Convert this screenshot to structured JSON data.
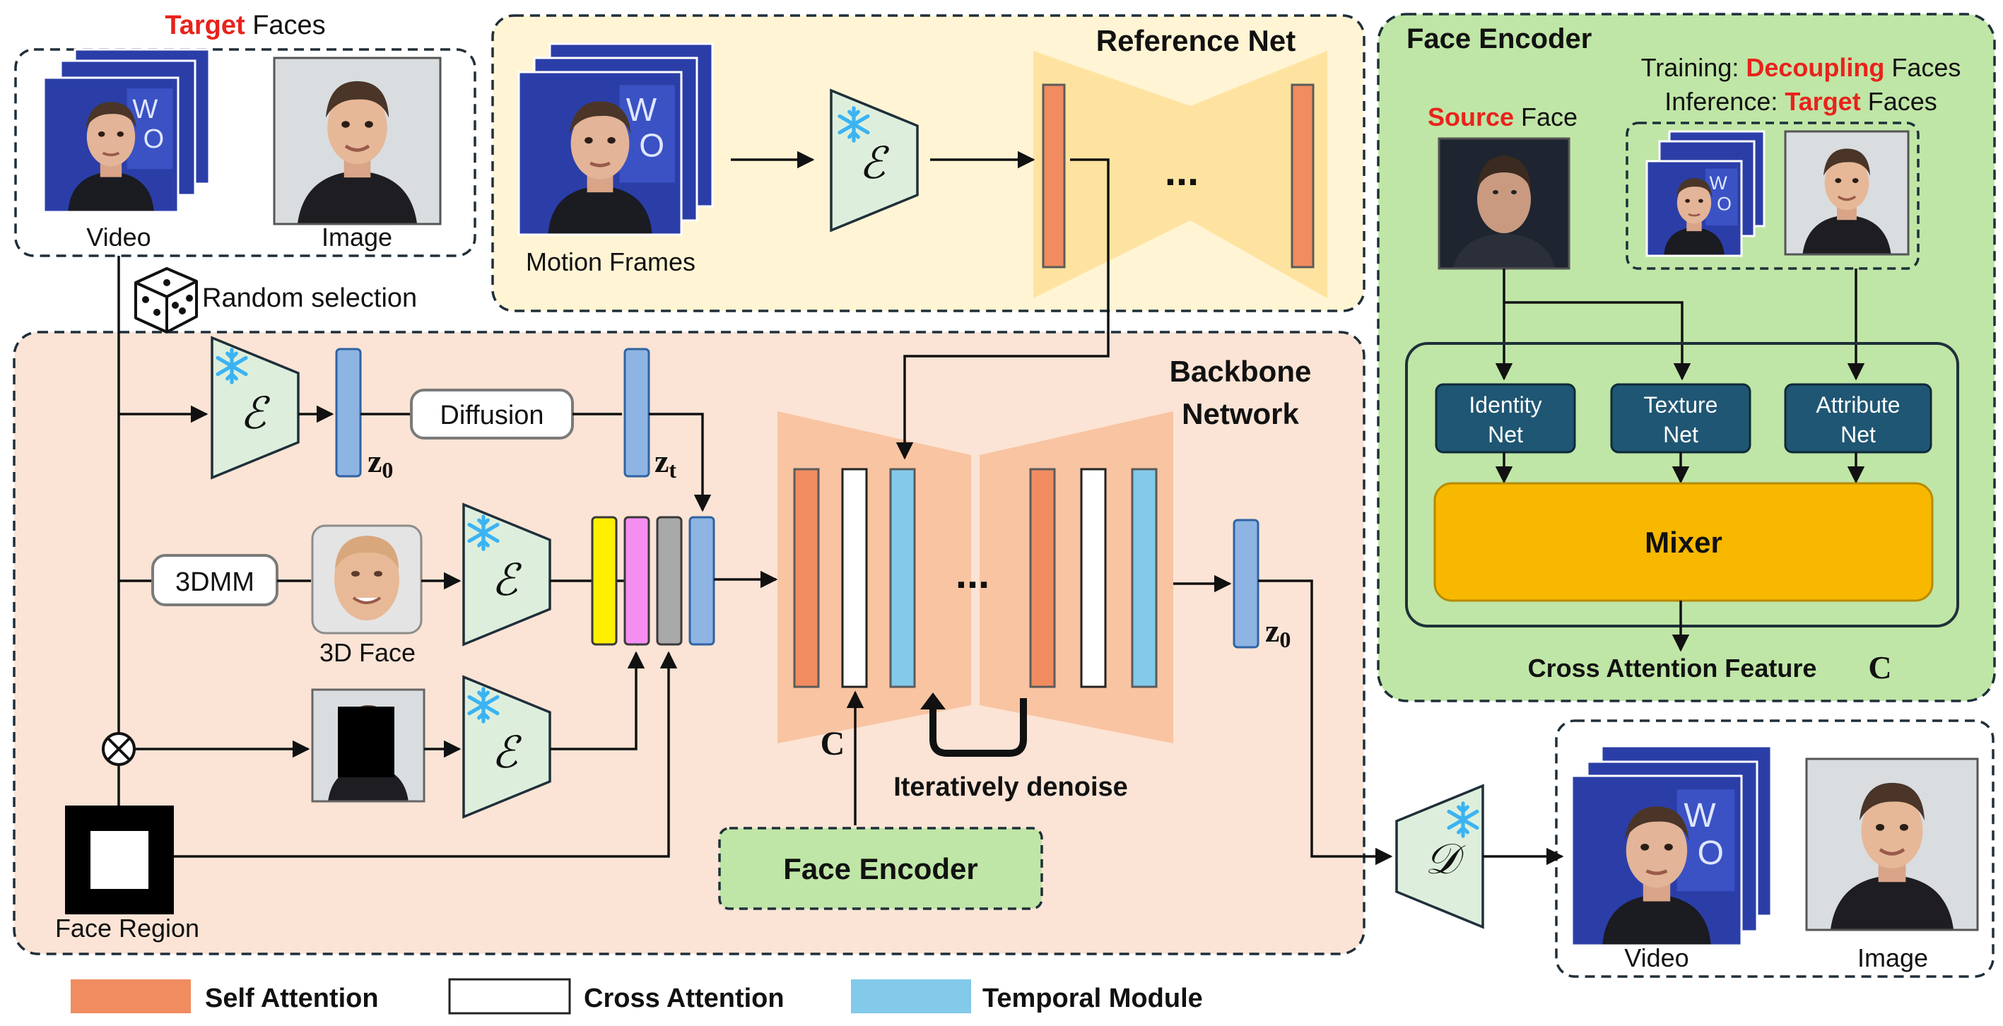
{
  "colors": {
    "target_red": "#e8231c",
    "self_attention": "#f08c60",
    "cross_attention": "#ffffff",
    "temporal_module": "#82c9ea",
    "latent_blue": "#8db4e2",
    "encoder_green": "#ddefdc",
    "face_encoder_panel": "#bfe6a6",
    "mixer": "#f8b800",
    "subnet_navy": "#1f5673",
    "reference_panel": "#fff4d4",
    "backbone_panel": "#fbe4d5"
  },
  "target_faces": {
    "title_highlight": "Target",
    "title_rest": " Faces",
    "video_label": "Video",
    "image_label": "Image"
  },
  "random_selection": "Random selection",
  "reference_net": {
    "title": "Reference Net",
    "motion_frames_label": "Motion Frames",
    "ellipsis": "..."
  },
  "encoders": {
    "enc_symbol": "ℰ",
    "dec_symbol": "𝒟",
    "frozen_icon": "snowflake-icon"
  },
  "backbone": {
    "title_line1": "Backbone",
    "title_line2": "Network",
    "diffusion_label": "Diffusion",
    "z0_main": "z",
    "z0_sub": "0",
    "zt_main": "z",
    "zt_sub": "t",
    "dmm_label": "3DMM",
    "face3d_label": "3D Face",
    "face_region_label": "Face Region",
    "c_label": "C",
    "iter_label": "Iteratively denoise",
    "face_encoder_label": "Face Encoder",
    "ellipsis": "...",
    "out_z_main": "z",
    "out_z_sub": "0",
    "multiply_icon": "circled-times-icon"
  },
  "face_encoder_panel": {
    "title": "Face Encoder",
    "training_prefix": "Training: ",
    "training_highlight": "Decoupling",
    "training_suffix": " Faces",
    "inference_prefix": "Inference: ",
    "inference_highlight": "Target",
    "inference_suffix": " Faces",
    "source_highlight": "Source",
    "source_rest": " Face",
    "identity_net_l1": "Identity",
    "identity_net_l2": "Net",
    "texture_net_l1": "Texture",
    "texture_net_l2": "Net",
    "attribute_net_l1": "Attribute",
    "attribute_net_l2": "Net",
    "mixer_label": "Mixer",
    "cross_attention_feature": "Cross Attention Feature",
    "c_label": "C"
  },
  "output": {
    "video_label": "Video",
    "image_label": "Image"
  },
  "legend": {
    "self_attention": "Self Attention",
    "cross_attention": "Cross Attention",
    "temporal_module": "Temporal Module"
  }
}
